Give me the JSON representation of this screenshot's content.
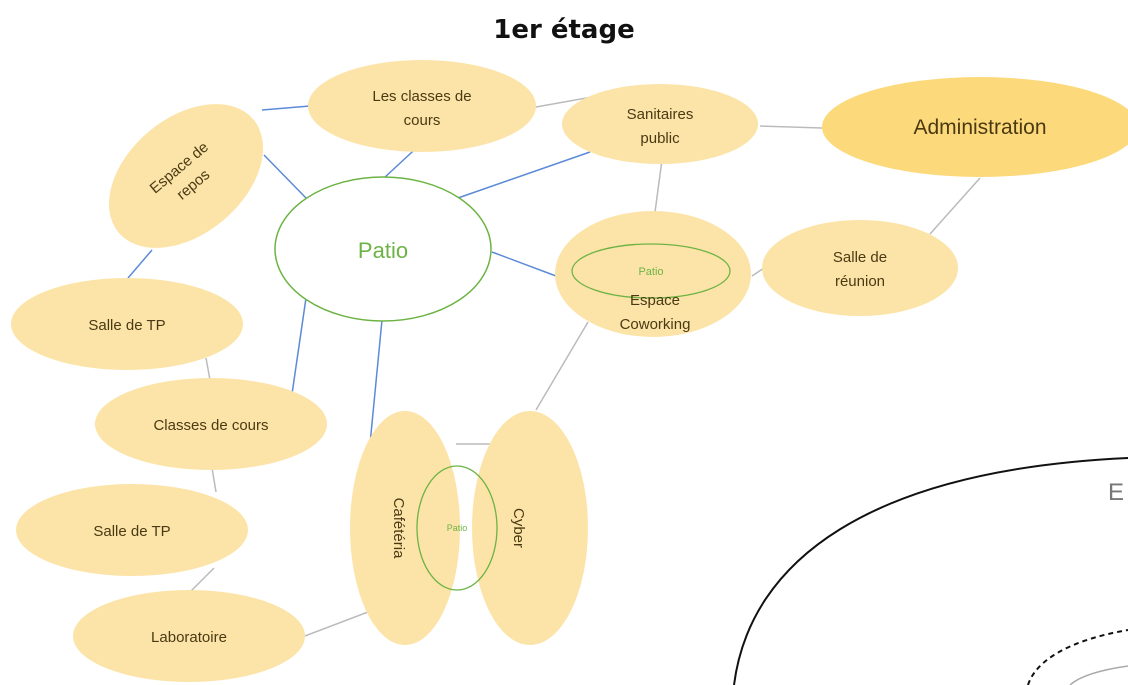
{
  "title": "1er étage",
  "colors": {
    "node_fill": "#fce4a9",
    "admin_fill": "#fcd97a",
    "patio_stroke": "#6db344",
    "blue_link": "#5b8ad6",
    "gray_link": "#bbbbbb"
  },
  "nodes": {
    "les_classes": [
      "Les classes de",
      "cours"
    ],
    "sanitaires": [
      "Sanitaires",
      "public"
    ],
    "administration": "Administration",
    "espace_repos": [
      "Espace de",
      "repos"
    ],
    "patio": "Patio",
    "coworking_patio": "Patio",
    "coworking": [
      "Espace",
      "Coworking"
    ],
    "salle_reunion": [
      "Salle de",
      "réunion"
    ],
    "salle_tp_1": "Salle de TP",
    "classes_cours": "Classes de cours",
    "salle_tp_2": "Salle de TP",
    "laboratoire": "Laboratoire",
    "cafeteria": "Cafétéria",
    "cafe_patio": "Patio",
    "cyber": "Cyber"
  },
  "edge_letter": "E"
}
